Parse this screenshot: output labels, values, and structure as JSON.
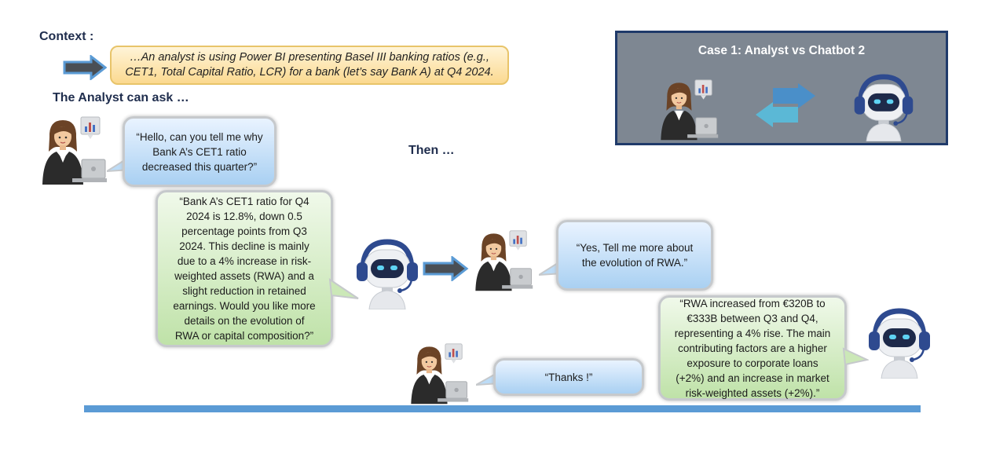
{
  "context": {
    "label": "Context :",
    "text": "…An analyst is using Power BI presenting Basel III banking ratios (e.g., CET1, Total Capital Ratio, LCR) for a bank (let’s say Bank A) at Q4 2024."
  },
  "analyst_can_ask": "The Analyst can ask …",
  "then": "Then …",
  "case": {
    "title": "Case 1: Analyst vs Chatbot 2"
  },
  "dialogue": [
    {
      "speaker": "analyst",
      "text": "“Hello, can you tell me why Bank A’s CET1 ratio decreased this quarter?”"
    },
    {
      "speaker": "chatbot",
      "text": "“Bank A’s CET1 ratio for Q4 2024 is 12.8%, down 0.5 percentage points from Q3 2024. This decline is mainly due to a 4% increase in risk-weighted assets (RWA) and a slight reduction in retained earnings. Would you like more details on the evolution of RWA or capital composition?”"
    },
    {
      "speaker": "analyst",
      "text": "“Yes, Tell me more about the evolution of RWA.”"
    },
    {
      "speaker": "chatbot",
      "text": "“RWA increased from €320B to €333B between Q3 and Q4, representing a 4% rise. The main contributing factors are a higher exposure to corporate loans (+2%) and an increase in market risk-weighted assets (+2%).”"
    },
    {
      "speaker": "analyst",
      "text": "“Thanks !”"
    }
  ],
  "colors": {
    "navy": "#1f2d4d",
    "case_bg": "#7e8792",
    "case_border": "#1f3a6a",
    "bottom_line": "#5b9bd5",
    "arrow_blue": "#5b9bd5",
    "arrow_teal": "#4aa8b3"
  }
}
